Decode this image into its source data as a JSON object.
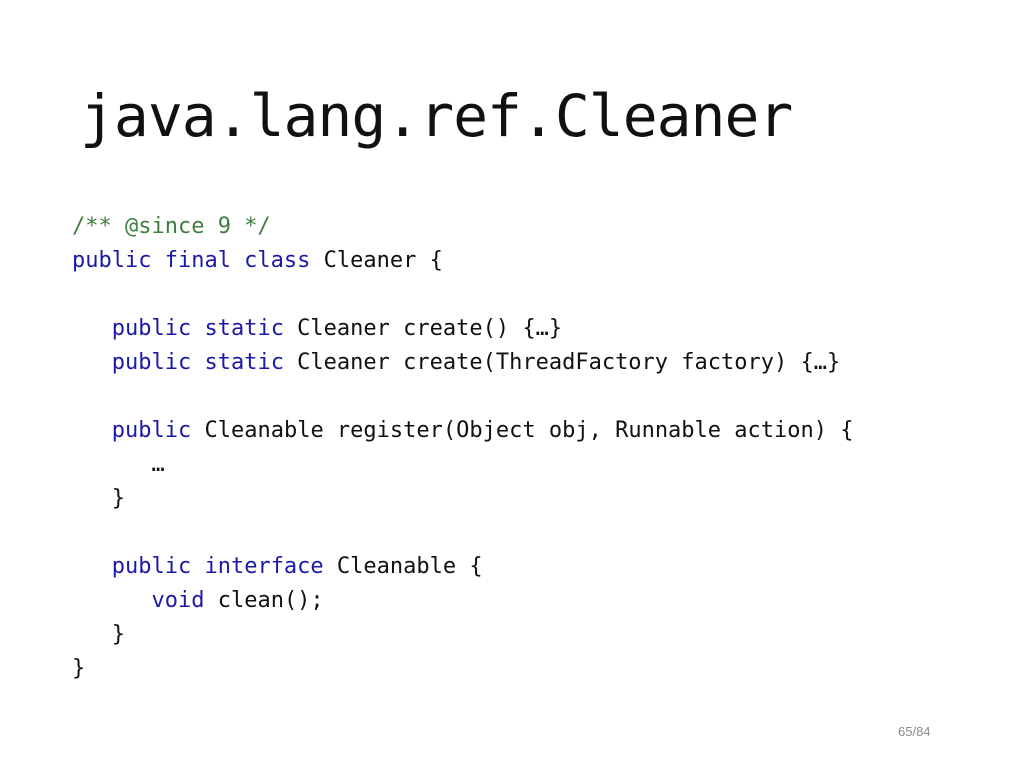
{
  "slide": {
    "title": "java.lang.ref.Cleaner",
    "page_number": "65/84"
  },
  "code": {
    "lines": [
      [
        {
          "t": "/** @since 9 */",
          "c": "comment"
        }
      ],
      [
        {
          "t": "public final class",
          "c": "kw"
        },
        {
          "t": " Cleaner {",
          "c": "plain"
        }
      ],
      [],
      [
        {
          "t": "   ",
          "c": "plain"
        },
        {
          "t": "public static",
          "c": "kw"
        },
        {
          "t": " Cleaner create() {…}",
          "c": "plain"
        }
      ],
      [
        {
          "t": "   ",
          "c": "plain"
        },
        {
          "t": "public static",
          "c": "kw"
        },
        {
          "t": " Cleaner create(ThreadFactory factory) {…}",
          "c": "plain"
        }
      ],
      [],
      [
        {
          "t": "   ",
          "c": "plain"
        },
        {
          "t": "public",
          "c": "kw"
        },
        {
          "t": " Cleanable register(Object obj, Runnable action) {",
          "c": "plain"
        }
      ],
      [
        {
          "t": "      …",
          "c": "plain"
        }
      ],
      [
        {
          "t": "   }",
          "c": "plain"
        }
      ],
      [],
      [
        {
          "t": "   ",
          "c": "plain"
        },
        {
          "t": "public interface",
          "c": "kw"
        },
        {
          "t": " Cleanable {",
          "c": "plain"
        }
      ],
      [
        {
          "t": "      ",
          "c": "plain"
        },
        {
          "t": "void",
          "c": "kw"
        },
        {
          "t": " clean();",
          "c": "plain"
        }
      ],
      [
        {
          "t": "   }",
          "c": "plain"
        }
      ],
      [
        {
          "t": "}",
          "c": "plain"
        }
      ]
    ]
  },
  "colors": {
    "comment": "#3f7f3f",
    "keyword": "#1a1aa6",
    "text": "#111111",
    "page_number": "#8a8a8a"
  }
}
